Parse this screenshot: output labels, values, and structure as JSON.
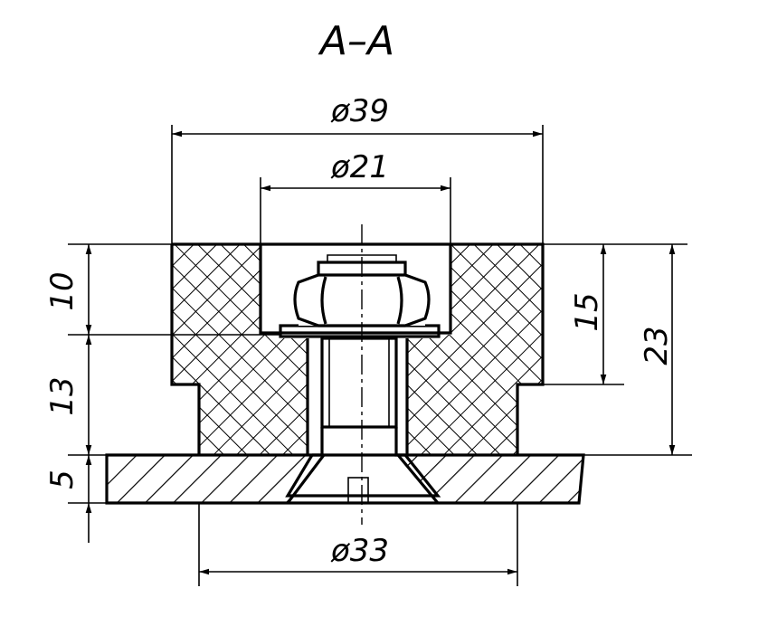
{
  "section_title": "A–A",
  "dimensions": {
    "top_outer_diameter": "ø39",
    "top_inner_diameter": "ø21",
    "bottom_diameter": "ø33",
    "left_upper_height": "10",
    "left_middle_height": "13",
    "left_base_height": "5",
    "right_inner_height": "15",
    "right_total_height": "23"
  },
  "colors": {
    "line": "#000000",
    "background": "#ffffff"
  }
}
